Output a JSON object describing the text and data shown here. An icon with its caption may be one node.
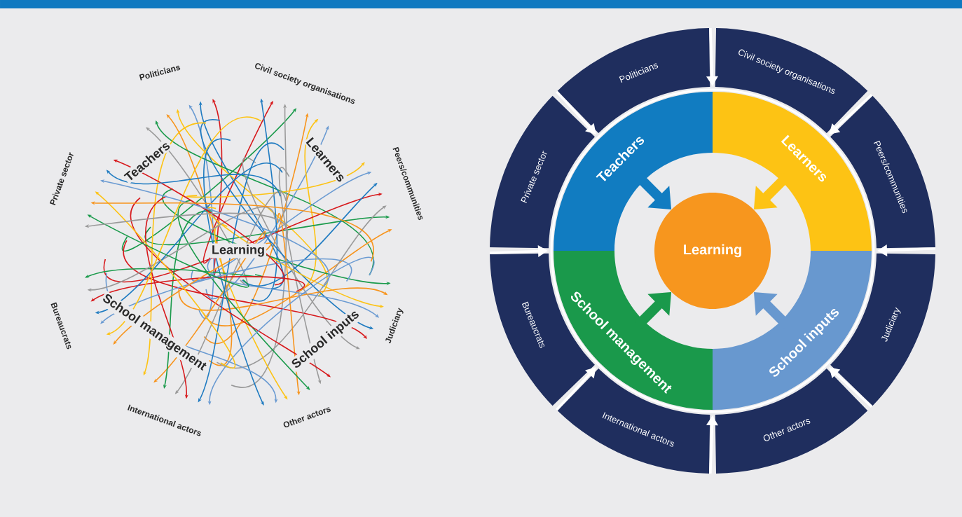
{
  "diagram": {
    "nodes": [
      {
        "text": [
          "Politicians"
        ]
      },
      {
        "text": [
          "Civil society organisations"
        ]
      },
      {
        "text": [
          "Peers/communities"
        ]
      },
      {
        "text": [
          "Private sector"
        ]
      },
      {
        "text": [
          "Teachers"
        ]
      },
      {
        "text": [
          "Learners"
        ]
      },
      {
        "text": [
          "Learning"
        ]
      },
      {
        "text": [
          "School management"
        ]
      },
      {
        "text": [
          "School inputs"
        ]
      },
      {
        "text": [
          "Bureaucrats"
        ]
      },
      {
        "text": [
          "Judiciary"
        ]
      },
      {
        "text": [
          "International actors"
        ]
      },
      {
        "text": [
          "Other actors"
        ]
      }
    ],
    "edges": [
      {
        "from": 0,
        "to": 5,
        "arrow": "to"
      },
      {
        "from": 2,
        "to": 5,
        "arrow": "to"
      },
      {
        "from": 2,
        "to": 8,
        "arrow": "to"
      },
      {
        "from": 10,
        "to": 8,
        "arrow": "to"
      },
      {
        "from": 11,
        "to": 7,
        "arrow": "to"
      },
      {
        "from": 11,
        "to": 7,
        "arrow": "to"
      },
      {
        "from": 9,
        "to": 4,
        "arrow": "to"
      },
      {
        "from": 0,
        "to": 4,
        "arrow": "to"
      },
      {
        "from": 4,
        "to": 6,
        "arrow": "to",
        "style": "thick",
        "color": "#117cc1"
      },
      {
        "from": 5,
        "to": 6,
        "arrow": "to",
        "style": "thick",
        "color": "#fdc314"
      },
      {
        "from": 8,
        "to": 6,
        "arrow": "to",
        "style": "thick",
        "color": "#6898cf"
      },
      {
        "from": 7,
        "to": 6,
        "arrow": "to",
        "style": "thick",
        "color": "#1a994b"
      }
    ],
    "labels": [
      "Politicians",
      "Civil society organisations",
      "Private sector",
      "Teachers",
      "Learners",
      "Peers/communities",
      "Learning",
      "Bureaucrats",
      "School management",
      "School inputs",
      "Judiciary",
      "International actors",
      "Other actors"
    ]
  }
}
